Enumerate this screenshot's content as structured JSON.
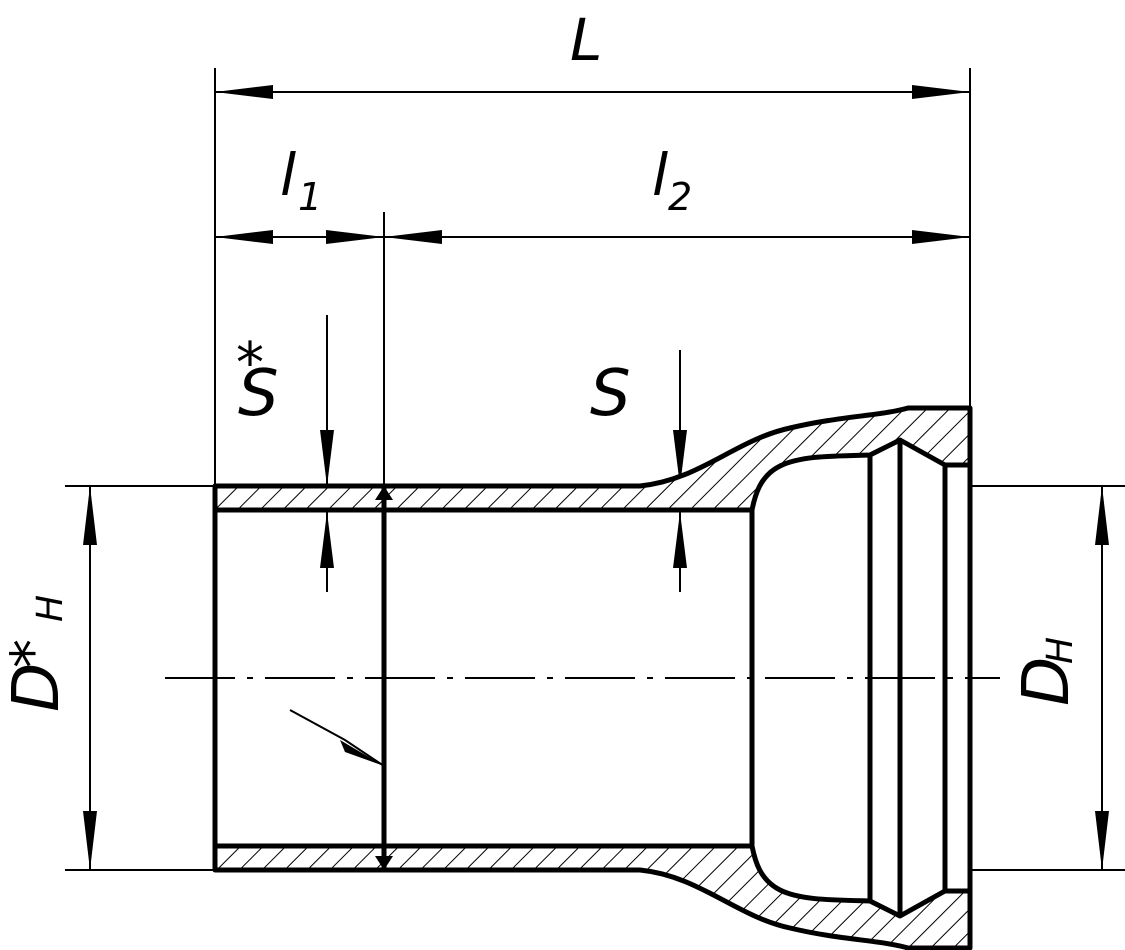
{
  "labels": {
    "L": "L",
    "l1_main": "l",
    "l1_sub": "1",
    "l2_main": "l",
    "l2_sub": "2",
    "S_star_main": "S",
    "S_star_sup": "*",
    "S_main": "S",
    "DHstar_main": "D",
    "DHstar_sup": "*",
    "DHstar_sub": "H",
    "DH_main": "D",
    "DH_sub": "H"
  },
  "colors": {
    "ink": "#000000",
    "paper": "#ffffff"
  }
}
